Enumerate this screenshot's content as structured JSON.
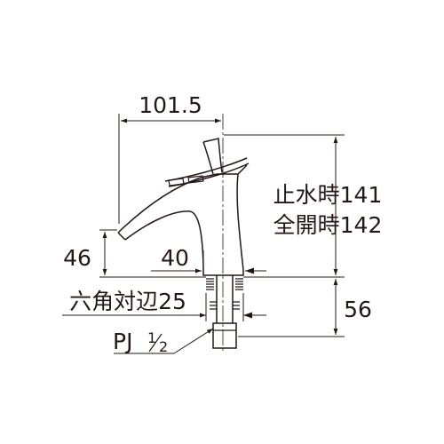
{
  "dimensions": {
    "spout_reach": "101.5",
    "spout_height": "46",
    "base_width": "40",
    "stopped_height": "止水時141",
    "open_height": "全開時142",
    "shank_length": "56",
    "hex_width": "六角対辺25",
    "thread_prefix": "PJ",
    "thread_numerator": "1",
    "thread_denominator": "2"
  }
}
